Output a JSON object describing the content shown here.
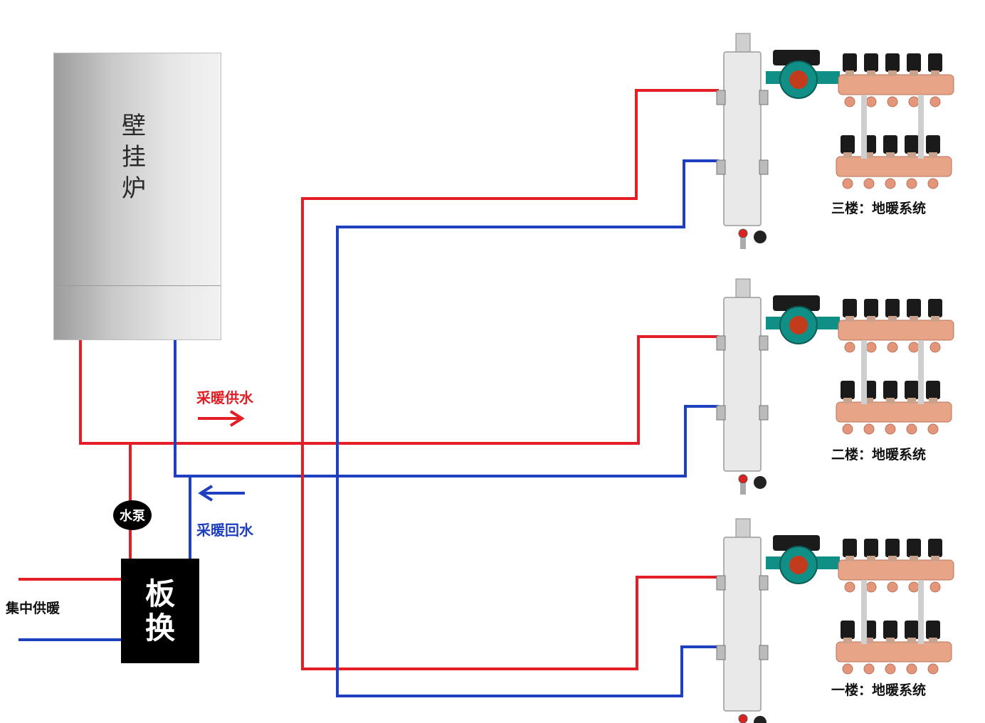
{
  "boiler": {
    "label": "壁挂炉"
  },
  "heat_exchanger": {
    "label": "板换"
  },
  "pump": {
    "label": "水泵"
  },
  "flow_labels": {
    "supply": "采暖供水",
    "return": "采暖回水"
  },
  "source": {
    "label": "集中供暖"
  },
  "floors": [
    {
      "label": "三楼：地暖系统"
    },
    {
      "label": "二楼：地暖系统"
    },
    {
      "label": "一楼：地暖系统"
    }
  ],
  "colors": {
    "supply_pipe": "#e31e24",
    "return_pipe": "#1e3fbf",
    "manifold_copper": "#e8a487",
    "pump_teal": "#0f8f86",
    "separator_steel": "#e9e9e9"
  },
  "icons": [
    "arrow-right-icon",
    "arrow-left-icon",
    "circulation-pump-icon",
    "hydraulic-separator-icon",
    "floor-heating-manifold-icon"
  ]
}
